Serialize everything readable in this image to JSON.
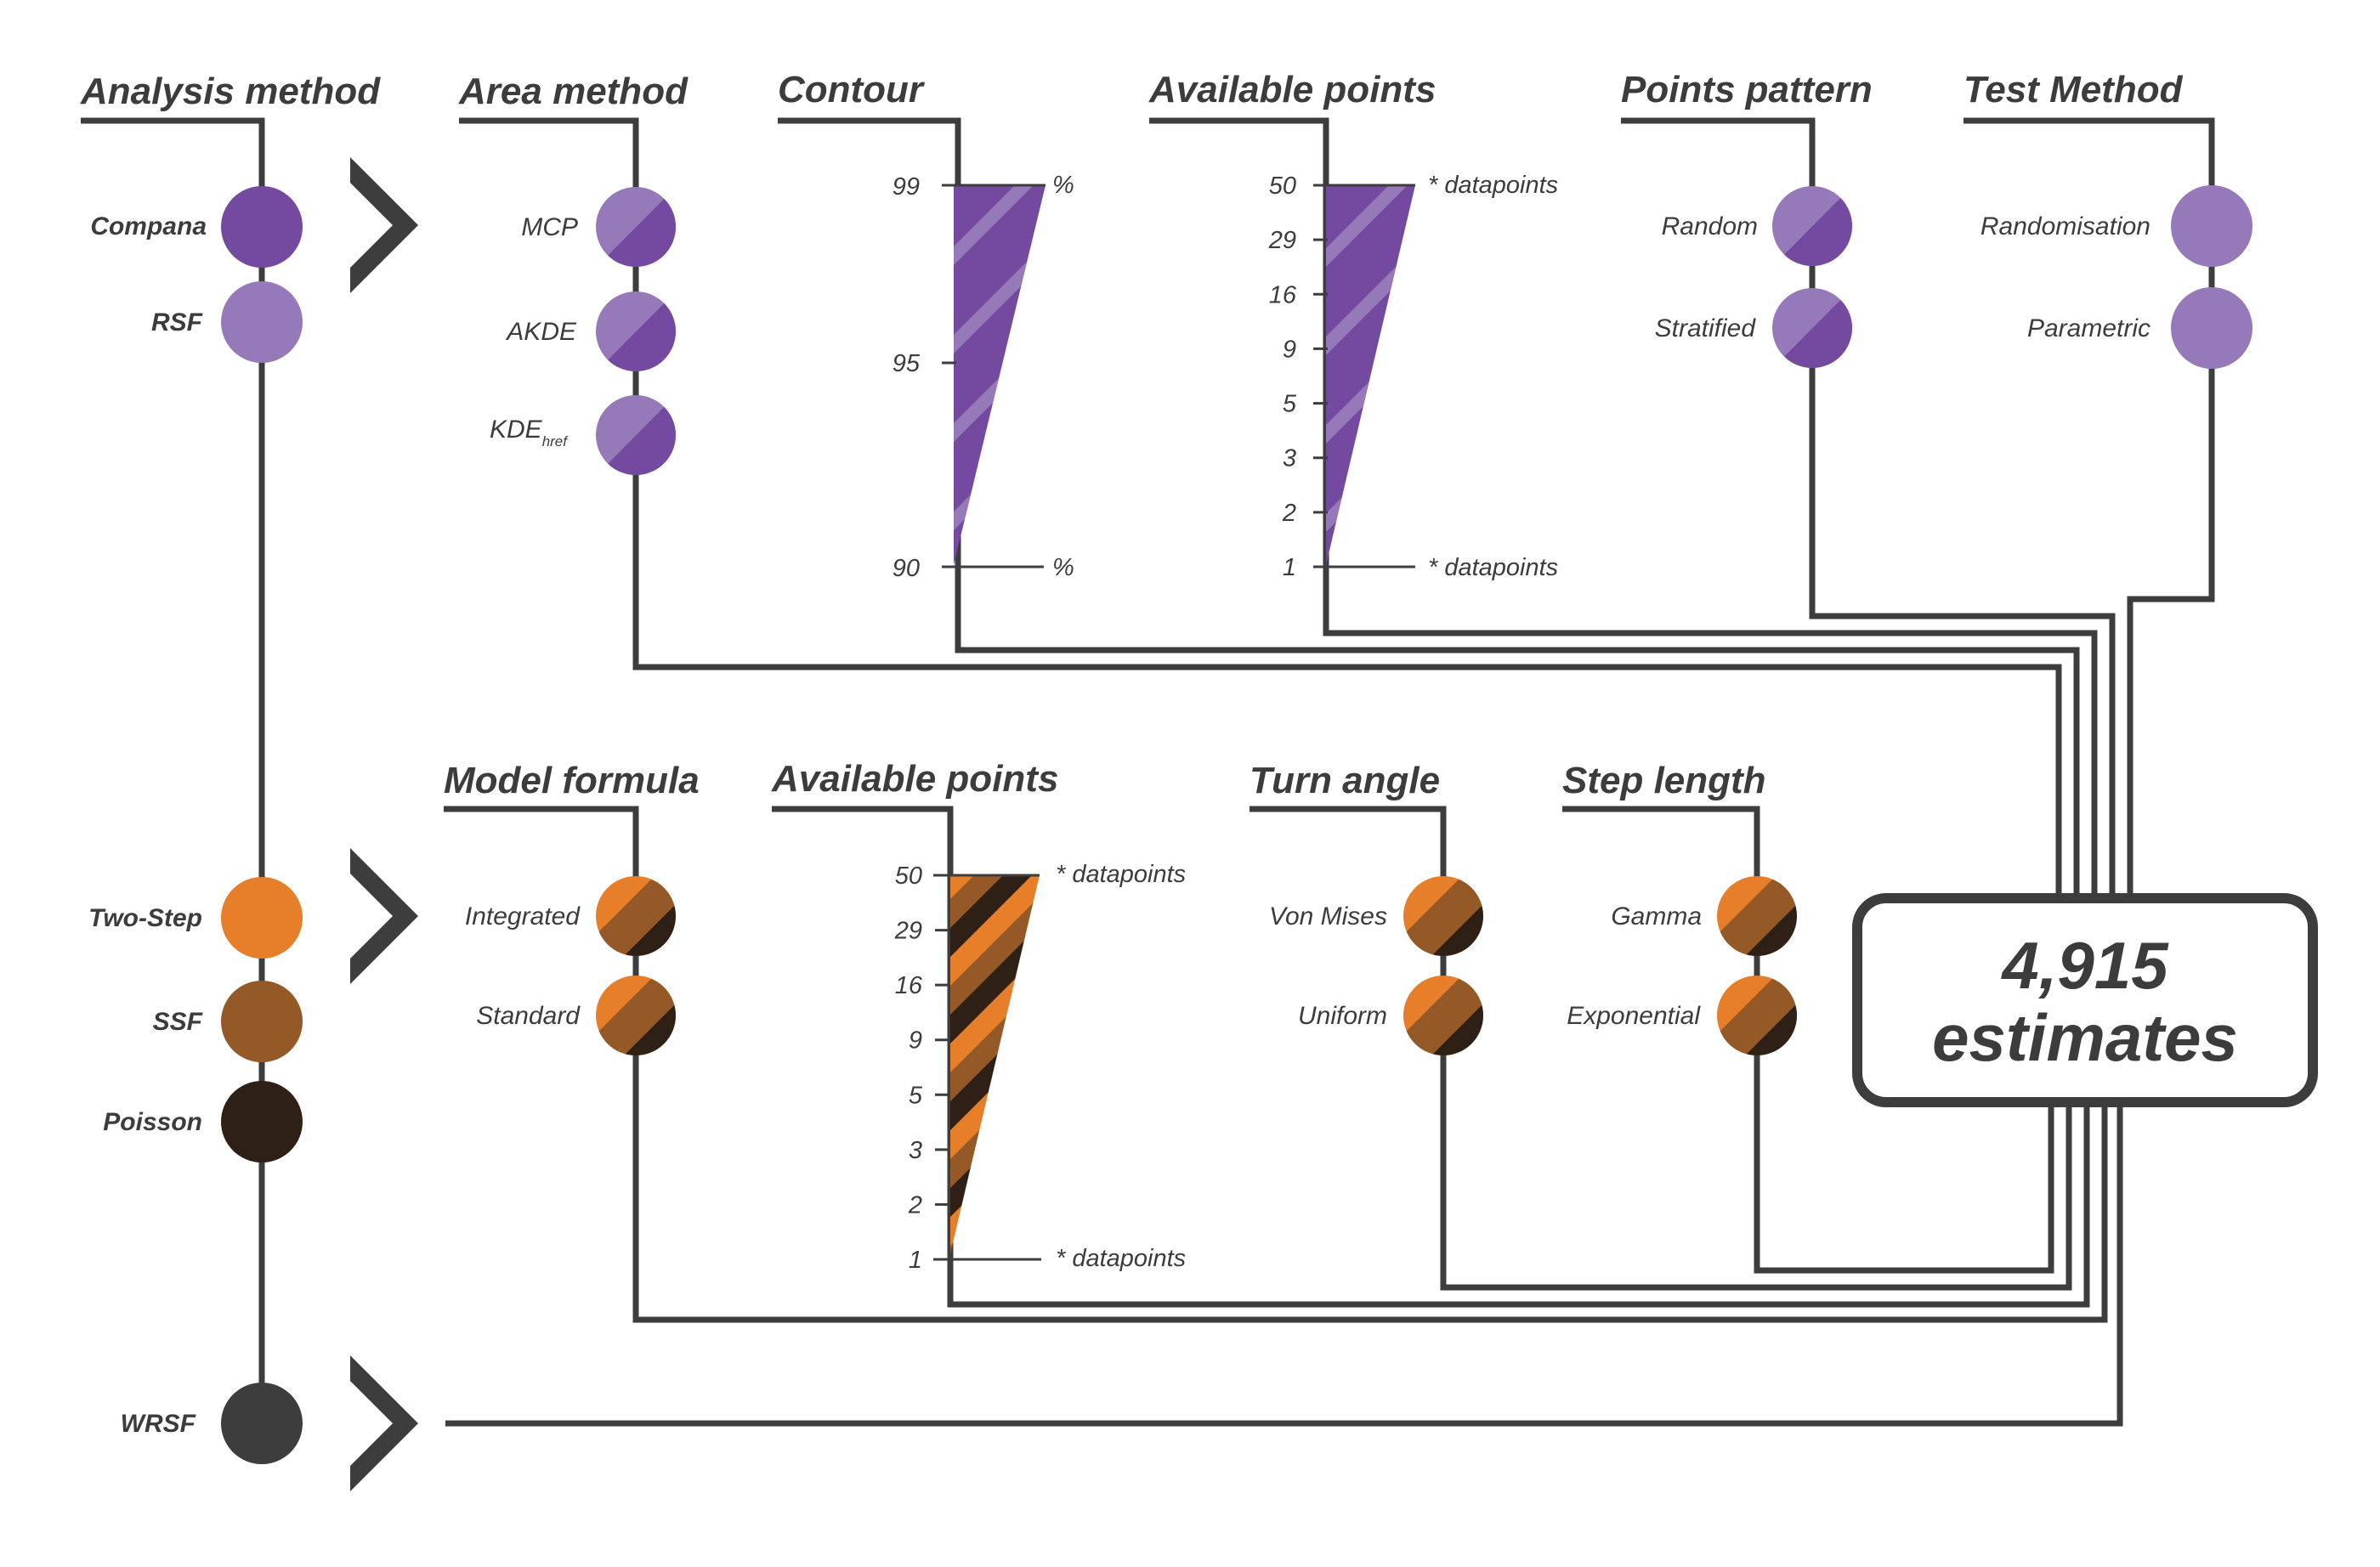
{
  "colors": {
    "line": "#3d3d3d",
    "text": "#3c3c3c",
    "purple_dark": "#734aa0",
    "purple_light": "#9679b9",
    "orange": "#e77e2a",
    "brown": "#955927",
    "black_brown": "#2f2015",
    "grey": "#3d3d3d"
  },
  "headers": {
    "analysis_method": "Analysis method",
    "area_method": "Area method",
    "contour": "Contour",
    "available_points_top": "Available points",
    "points_pattern": "Points pattern",
    "test_method": "Test Method",
    "model_formula": "Model formula",
    "available_points_bottom": "Available points",
    "turn_angle": "Turn angle",
    "step_length": "Step length"
  },
  "analysis_methods": {
    "compana": "Compana",
    "rsf": "RSF",
    "two_step": "Two-Step",
    "ssf": "SSF",
    "poisson": "Poisson",
    "wrsf": "WRSF"
  },
  "area_methods": {
    "mcp": "MCP",
    "akde": "AKDE",
    "kde": "KDE",
    "kde_sub": "href"
  },
  "contour": {
    "ticks": [
      "99",
      "95",
      "90"
    ],
    "top_unit": "%",
    "bottom_unit": "%"
  },
  "available_points_top": {
    "ticks": [
      "50",
      "29",
      "16",
      "9",
      "5",
      "3",
      "2",
      "1"
    ],
    "top_unit": "* datapoints",
    "bottom_unit": "* datapoints"
  },
  "points_pattern": {
    "random": "Random",
    "stratified": "Stratified"
  },
  "test_method": {
    "randomisation": "Randomisation",
    "parametric": "Parametric"
  },
  "model_formula": {
    "integrated": "Integrated",
    "standard": "Standard"
  },
  "available_points_bottom": {
    "ticks": [
      "50",
      "29",
      "16",
      "9",
      "5",
      "3",
      "2",
      "1"
    ],
    "top_unit": "* datapoints",
    "bottom_unit": "* datapoints"
  },
  "turn_angle": {
    "von_mises": "Von Mises",
    "uniform": "Uniform"
  },
  "step_length": {
    "gamma": "Gamma",
    "exponential": "Exponential"
  },
  "result": {
    "count": "4,915",
    "unit": "estimates"
  }
}
